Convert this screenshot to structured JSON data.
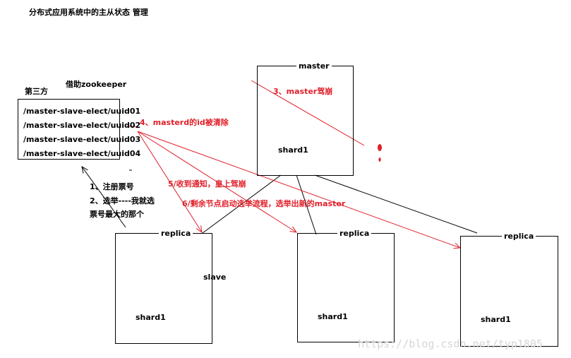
{
  "title": "分布式应用系统中的主从状态 管理",
  "third_party": {
    "label": "第三方",
    "helper": "借助zookeeper",
    "nodes": [
      "/master-slave-elect/uuid01",
      "/master-slave-elect/uuid02",
      "/master-slave-elect/uuid03",
      "/master-slave-elect/uuid04"
    ]
  },
  "notes": {
    "register": "1、注册票号",
    "elect_line1": "2、选举----我就选",
    "elect_line2": "票号最大的那个"
  },
  "master": {
    "title": "master",
    "shard": "shard1"
  },
  "replicas": [
    {
      "title": "replica",
      "shard": "shard1",
      "extra": "slave"
    },
    {
      "title": "replica",
      "shard": "shard1"
    },
    {
      "title": "replica",
      "shard": "shard1"
    }
  ],
  "steps": {
    "step3": "3、master驾崩",
    "step4": "4、masterd的id被清除",
    "step5": "5/收到通知，皇上驾崩",
    "step6": "6/剩余节点启动选举流程，选举出新的master"
  },
  "watermark": "https://blog.csdn.net/typ1805",
  "colors": {
    "accent": "#e0202a",
    "line": "#000000"
  }
}
